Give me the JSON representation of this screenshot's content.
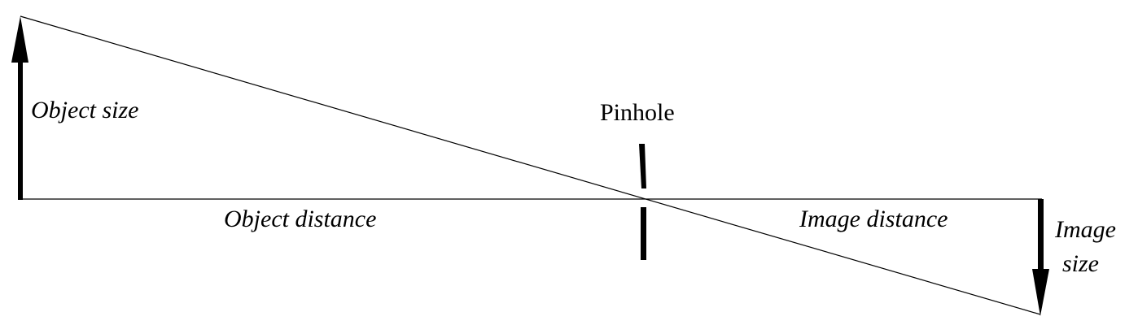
{
  "labels": {
    "object_size": "Object size",
    "pinhole": "Pinhole",
    "object_distance": "Object distance",
    "image_distance": "Image distance",
    "image_size_line1": "Image",
    "image_size_line2": "size"
  },
  "colors": {
    "ink": "#000000",
    "background": "#ffffff"
  }
}
